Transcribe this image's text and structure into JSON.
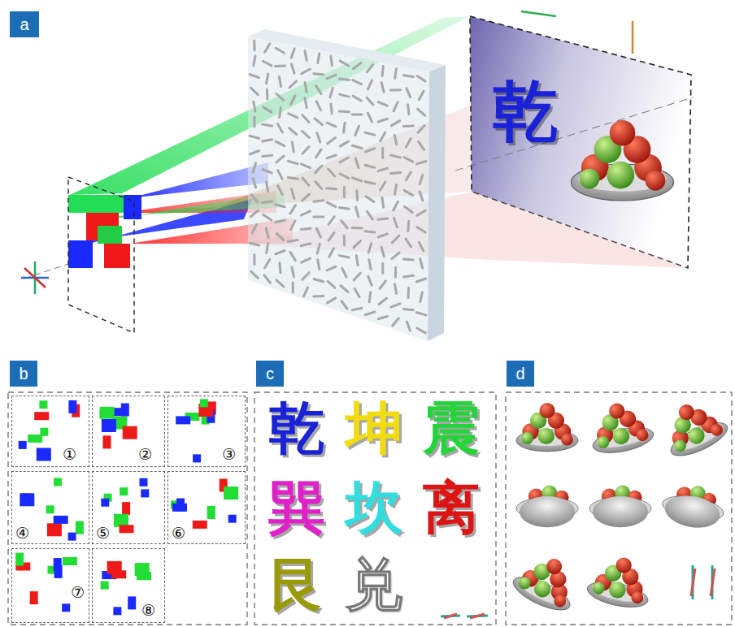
{
  "diagram": {
    "nodes": [
      {
        "text": [
          "a"
        ]
      },
      {
        "text": [
          "b"
        ]
      },
      {
        "text": [
          "c"
        ]
      },
      {
        "text": [
          "d"
        ]
      },
      {
        "text": [
          "①"
        ]
      },
      {
        "text": [
          "②"
        ]
      },
      {
        "text": [
          "③"
        ]
      },
      {
        "text": [
          "④"
        ]
      },
      {
        "text": [
          "⑤"
        ]
      },
      {
        "text": [
          "⑥"
        ]
      },
      {
        "text": [
          "⑦"
        ]
      },
      {
        "text": [
          "⑧"
        ]
      }
    ],
    "labels": [
      "乾",
      "乾",
      "坤",
      "震",
      "巽",
      "坎",
      "离",
      "艮",
      "兑"
    ]
  }
}
